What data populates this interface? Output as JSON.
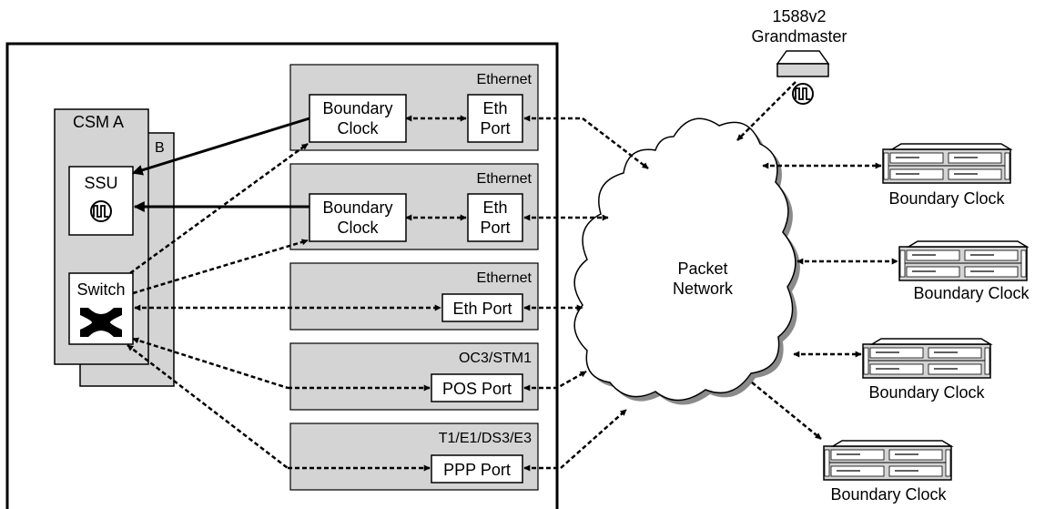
{
  "grandmaster": {
    "line1": "1588v2",
    "line2": "Grandmaster"
  },
  "csm_a": {
    "label": "CSM A"
  },
  "csm_b": {
    "label": "B"
  },
  "ssu": {
    "label": "SSU"
  },
  "switch": {
    "label": "Switch"
  },
  "cards": [
    {
      "title": "Ethernet",
      "boundary_line1": "Boundary",
      "boundary_line2": "Clock",
      "port_line1": "Eth",
      "port_line2": "Port"
    },
    {
      "title": "Ethernet",
      "boundary_line1": "Boundary",
      "boundary_line2": "Clock",
      "port_line1": "Eth",
      "port_line2": "Port"
    },
    {
      "title": "Ethernet",
      "port": "Eth Port"
    },
    {
      "title": "OC3/STM1",
      "port": "POS Port"
    },
    {
      "title": "T1/E1/DS3/E3",
      "port": "PPP Port"
    }
  ],
  "network": {
    "line1": "Packet",
    "line2": "Network"
  },
  "remote_clocks": [
    {
      "label": "Boundary Clock"
    },
    {
      "label": "Boundary Clock"
    },
    {
      "label": "Boundary Clock"
    },
    {
      "label": "Boundary Clock"
    }
  ]
}
